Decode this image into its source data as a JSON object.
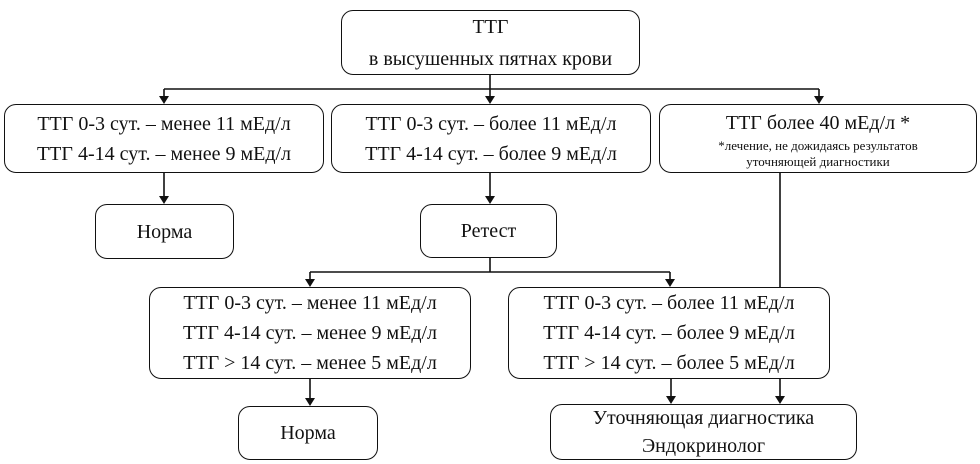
{
  "root": {
    "line1": "ТТГ",
    "line2": "в высушенных  пятнах крови"
  },
  "low_first": {
    "line1": "ТТГ 0-3 сут. – менее 11 мЕд/л",
    "line2": "ТТГ 4-14 сут. – менее 9 мЕд/л"
  },
  "high_first": {
    "line1": "ТТГ 0-3 сут. –  более 11 мЕд/л",
    "line2": "ТТГ 4-14 сут. – более 9 мЕд/л"
  },
  "very_high": {
    "line1": "ТТГ более 40 мЕд/л *",
    "note1": "*лечение,  не дожидаясь результатов",
    "note2": "уточняющей диагностики"
  },
  "norm_first": {
    "label": "Норма"
  },
  "retest": {
    "label": "Ретест"
  },
  "low_second": {
    "line1": "ТТГ 0-3 сут. –  менее 11 мЕд/л",
    "line2": "ТТГ 4-14 сут. – менее 9 мЕд/л",
    "line3": "ТТГ > 14 сут. – менее 5 мЕд/л"
  },
  "high_second": {
    "line1": "ТТГ 0-3 сут. –  более 11 мЕд/л",
    "line2": "ТТГ 4-14 сут. – более 9 мЕд/л",
    "line3": "ТТГ > 14 сут. – более 5 мЕд/л"
  },
  "norm_second": {
    "label": "Норма"
  },
  "diagnostics": {
    "line1": "Уточняющая диагностика",
    "line2": "Эндокринолог"
  }
}
